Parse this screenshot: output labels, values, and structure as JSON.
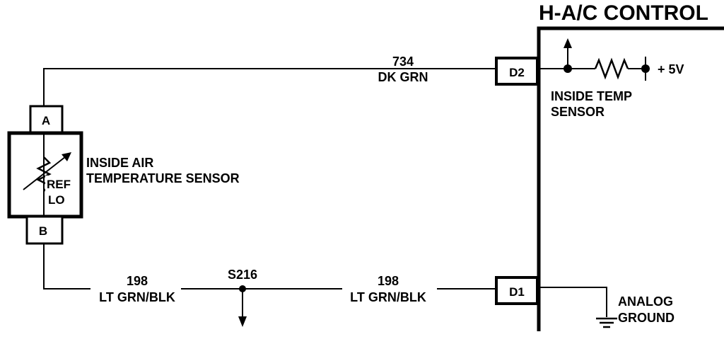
{
  "module": {
    "title": "H-A/C CONTROL",
    "internal_sensor_label": [
      "INSIDE TEMP",
      "SENSOR"
    ],
    "supply_label": "+ 5V",
    "ground_label": [
      "ANALOG",
      "GROUND"
    ]
  },
  "sensor": {
    "label": [
      "INSIDE AIR",
      "TEMPERATURE SENSOR"
    ],
    "ref_label": [
      "REF",
      "LO"
    ],
    "pins": [
      "A",
      "B"
    ]
  },
  "connectors": [
    "D2",
    "D1"
  ],
  "wires": {
    "top": {
      "circuit": "734",
      "color": "DK GRN"
    },
    "bottom_left": {
      "circuit": "198",
      "color": "LT GRN/BLK"
    },
    "bottom_right": {
      "circuit": "198",
      "color": "LT GRN/BLK"
    }
  },
  "splice": "S216"
}
